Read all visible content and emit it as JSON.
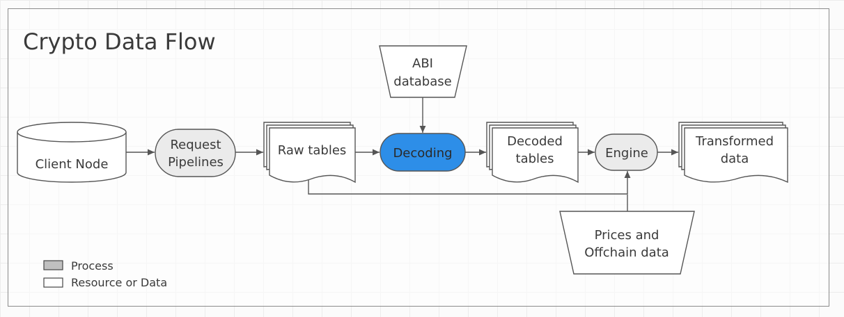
{
  "diagram": {
    "title": "Crypto Data Flow",
    "nodes": {
      "client_node": "Client Node",
      "request_pipelines": [
        "Request",
        "Pipelines"
      ],
      "raw_tables": "Raw tables",
      "abi_database": [
        "ABI",
        "database"
      ],
      "decoding": "Decoding",
      "decoded_tables": [
        "Decoded",
        "tables"
      ],
      "engine": "Engine",
      "prices_offchain": [
        "Prices and",
        "Offchain data"
      ],
      "transformed_data": [
        "Transformed",
        "data"
      ]
    },
    "legend": {
      "process": "Process",
      "resource": "Resource or Data"
    }
  },
  "colors": {
    "process_fill": "#ebebeb",
    "active_process_fill": "#2d8ee8",
    "legend_process_swatch": "#c0c0c0",
    "outline": "#555555"
  }
}
